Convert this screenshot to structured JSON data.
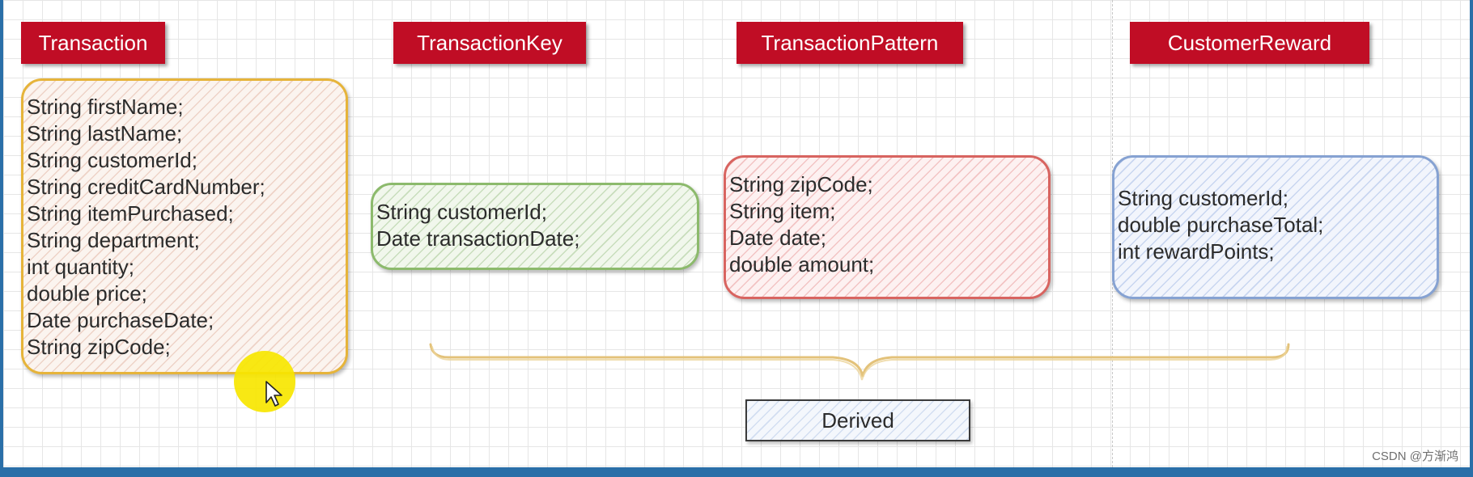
{
  "headers": {
    "transaction": "Transaction",
    "transaction_key": "TransactionKey",
    "transaction_pattern": "TransactionPattern",
    "customer_reward": "CustomerReward"
  },
  "boxes": {
    "transaction": [
      "String firstName;",
      "String lastName;",
      "String customerId;",
      "String creditCardNumber;",
      "String itemPurchased;",
      "String department;",
      "int quantity;",
      "double price;",
      "Date purchaseDate;",
      "String zipCode;"
    ],
    "transaction_key": [
      "String customerId;",
      "Date transactionDate;"
    ],
    "transaction_pattern": [
      "String zipCode;",
      "String item;",
      "Date date;",
      "double amount;"
    ],
    "customer_reward": [
      "String customerId;",
      "double purchaseTotal;",
      "int rewardPoints;"
    ]
  },
  "derived_label": "Derived",
  "watermark": "CSDN @方渐鸿",
  "colors": {
    "header_bg": "#c00d25",
    "transaction_border": "#e6b43a",
    "key_border": "#8cba6c",
    "pattern_border": "#d86460",
    "reward_border": "#86a2d2",
    "cursor_highlight": "#f7e600"
  }
}
